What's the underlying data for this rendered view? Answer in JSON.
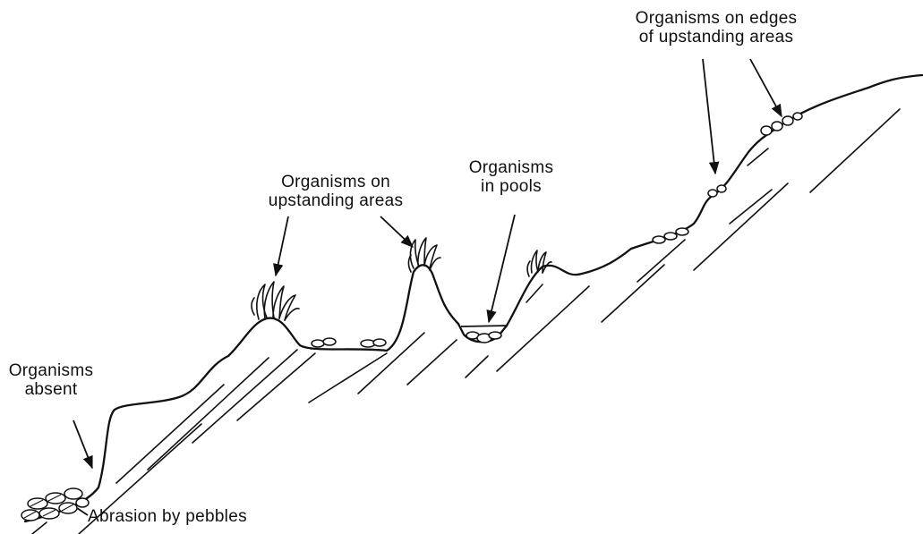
{
  "colors": {
    "ink": "#111111",
    "background": "#ffffff"
  },
  "labels": {
    "organisms_absent": [
      "Organisms",
      "absent"
    ],
    "abrasion": "Abrasion by pebbles",
    "upstanding_areas": [
      "Organisms on",
      "upstanding areas"
    ],
    "pools": [
      "Organisms",
      "in pools"
    ],
    "edges": [
      "Organisms on edges",
      "of upstanding areas"
    ]
  },
  "icons": [
    "seaweed-tuft-icon",
    "pebble-icon",
    "arrow-icon"
  ]
}
